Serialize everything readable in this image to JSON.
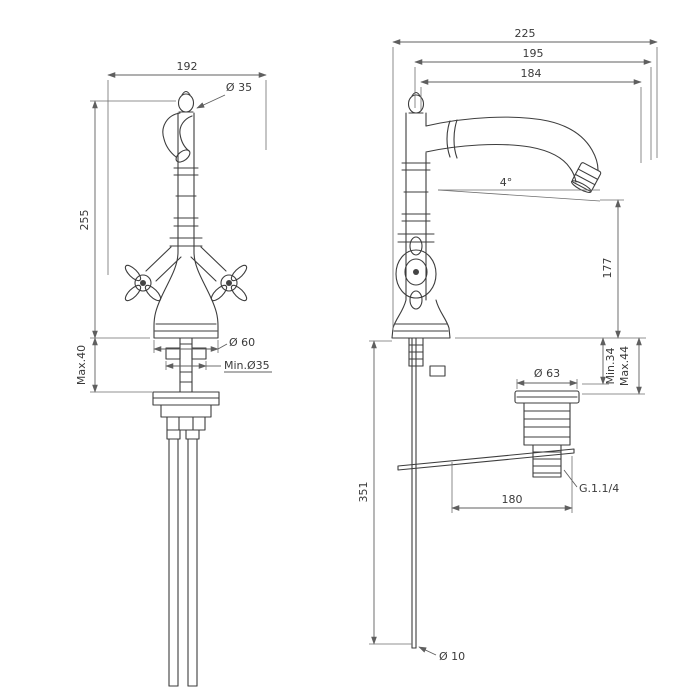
{
  "drawing_type": "faucet-dimension-diagram",
  "front_view": {
    "labels": {
      "width": "192",
      "spout_diameter": "Ø 35",
      "height": "255",
      "deck_thickness": "Max.40",
      "base_diameter": "Ø 60",
      "hole_diameter": "Min.Ø35"
    }
  },
  "side_view": {
    "labels": {
      "overall_depth": "225",
      "mid_depth": "195",
      "spout_reach": "184",
      "spout_angle": "4°",
      "spout_height": "177",
      "drain_deck_min": "Min.34",
      "drain_deck_max": "Max.44",
      "drain_diameter": "Ø 63",
      "drain_thread": "G.1.1/4",
      "drain_offset": "180",
      "rod_length": "351",
      "rod_diameter": "Ø 10"
    }
  }
}
